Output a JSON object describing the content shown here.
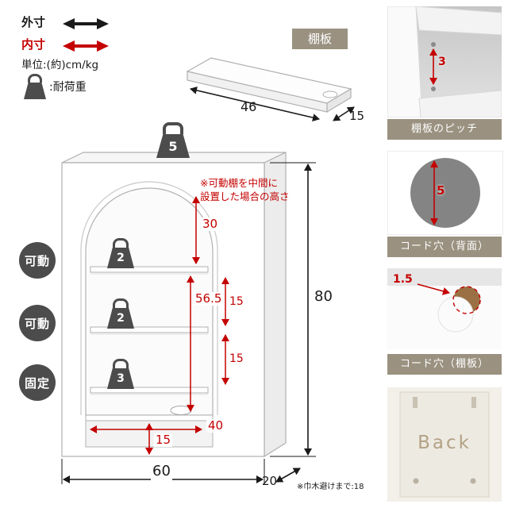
{
  "legend": {
    "outer": "外寸",
    "inner": "内寸",
    "unit": "単位:(約)cm/kg",
    "load": ":耐荷重"
  },
  "shelf_board": {
    "badge": "棚板",
    "length": "46",
    "depth": "15"
  },
  "cabinet": {
    "top_load": "5",
    "note1": "※可動棚を中間に",
    "note2": "設置した場合の高さ",
    "row_labels": [
      "可動",
      "可動",
      "固定"
    ],
    "shelf_loads": [
      "2",
      "2",
      "3"
    ],
    "dim_arch": "30",
    "dim_inner_h": "56.5",
    "dim_gap1": "15",
    "dim_gap2": "15",
    "dim_inner_w": "40",
    "dim_base_h": "15",
    "dim_h": "80",
    "dim_w": "60",
    "dim_d": "20",
    "depth_note": "※巾木避けまで:18"
  },
  "panels": {
    "pitch": {
      "label": "棚板のピッチ",
      "value": "3"
    },
    "cord_back": {
      "label": "コード穴（背面）",
      "value": "5"
    },
    "cord_shelf": {
      "label": "コード穴（棚板）",
      "value": "1.5"
    },
    "back": {
      "label": "Back"
    }
  }
}
